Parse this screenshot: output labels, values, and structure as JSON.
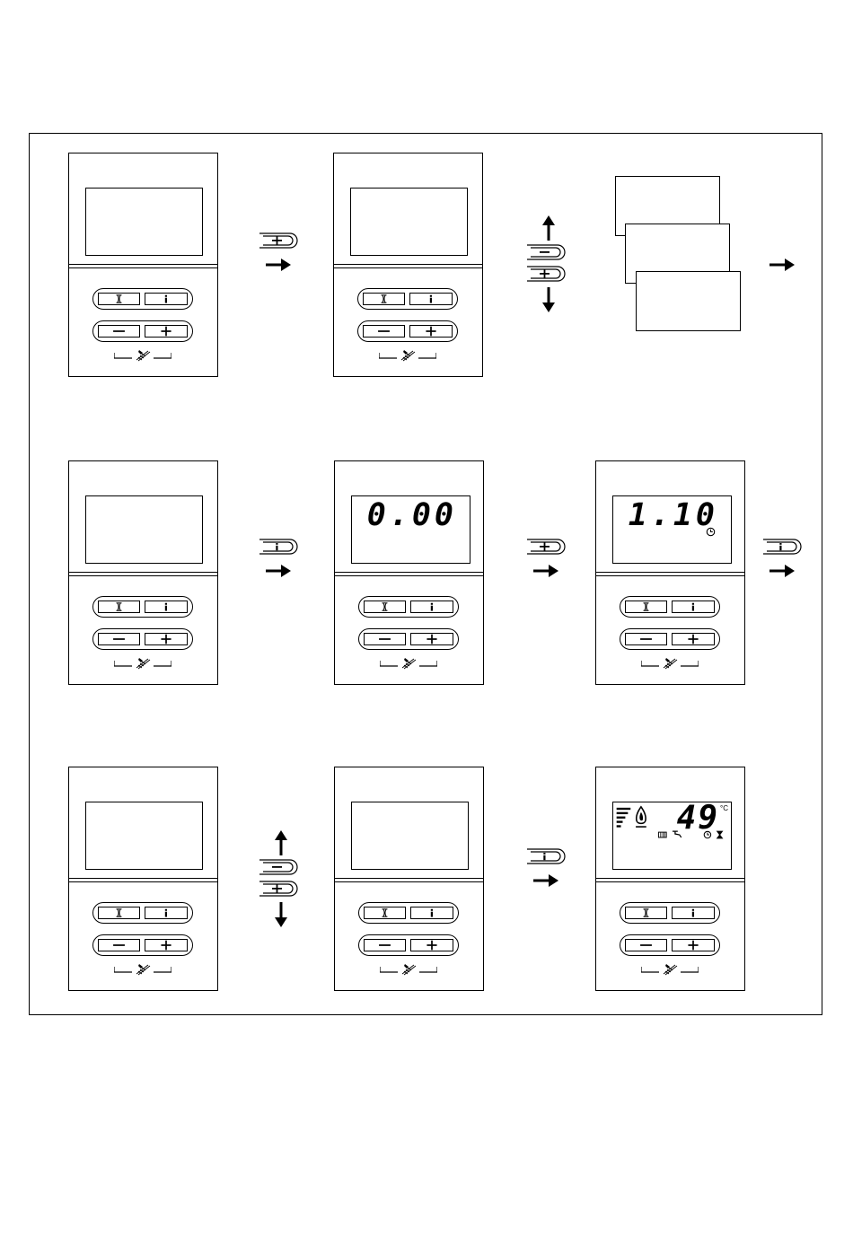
{
  "devices": [
    {
      "id": "r1c1",
      "screen": "blank",
      "keys": {
        "top_left": "flame",
        "top_right": "i",
        "bottom_left": "−",
        "bottom_right": "+"
      }
    },
    {
      "id": "r1c2",
      "screen": "blank",
      "keys": {
        "top_left": "flame",
        "top_right": "i",
        "bottom_left": "−",
        "bottom_right": "+"
      }
    },
    {
      "id": "r2c1",
      "screen": "blank",
      "keys": {
        "top_left": "flame",
        "top_right": "i",
        "bottom_left": "−",
        "bottom_right": "+"
      }
    },
    {
      "id": "r2c2",
      "screen": "digits",
      "display": {
        "digits": "0.00"
      },
      "keys": {
        "top_left": "flame",
        "top_right": "i",
        "bottom_left": "−",
        "bottom_right": "+"
      }
    },
    {
      "id": "r2c3",
      "screen": "digits-clock",
      "display": {
        "digits": "1.10"
      },
      "keys": {
        "top_left": "flame",
        "top_right": "i",
        "bottom_left": "−",
        "bottom_right": "+"
      }
    },
    {
      "id": "r3c1",
      "screen": "blank",
      "keys": {
        "top_left": "flame",
        "top_right": "i",
        "bottom_left": "−",
        "bottom_right": "+"
      }
    },
    {
      "id": "r3c2",
      "screen": "blank",
      "keys": {
        "top_left": "flame",
        "top_right": "i",
        "bottom_left": "−",
        "bottom_right": "+"
      }
    },
    {
      "id": "r3c3",
      "screen": "full",
      "display": {
        "digits": "49",
        "unit": "°C"
      },
      "keys": {
        "top_left": "flame",
        "top_right": "i",
        "bottom_left": "−",
        "bottom_right": "+"
      }
    }
  ],
  "transitions": [
    {
      "id": "t1",
      "button": "+",
      "arrow": "right"
    },
    {
      "id": "t2",
      "buttons": [
        "−",
        "+"
      ],
      "arrow": "up-down"
    },
    {
      "id": "t3",
      "arrow": "right"
    },
    {
      "id": "t4",
      "button": "i",
      "arrow": "right"
    },
    {
      "id": "t5",
      "button": "+",
      "arrow": "right"
    },
    {
      "id": "t6",
      "button": "i",
      "arrow": "right"
    },
    {
      "id": "t7",
      "buttons": [
        "−",
        "+"
      ],
      "arrow": "up-down"
    },
    {
      "id": "t8",
      "button": "i",
      "arrow": "right"
    }
  ],
  "screen_stack_count": 3
}
